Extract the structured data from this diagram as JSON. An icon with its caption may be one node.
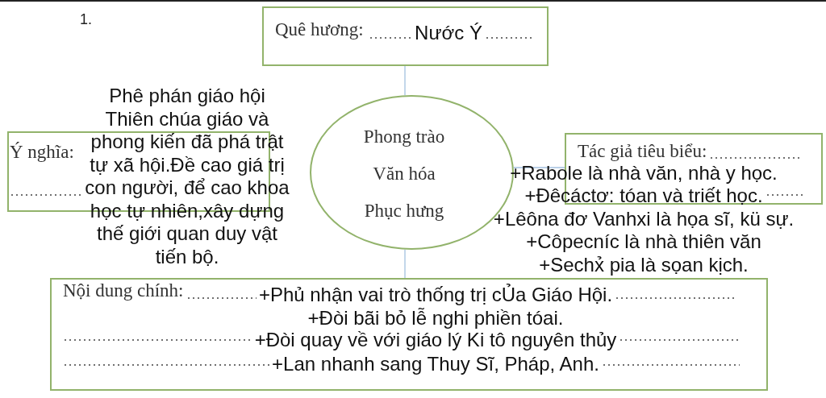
{
  "diagram": {
    "nodes": [
      {
        "text": [
          "Quê hương:",
          "Nước Ý"
        ]
      },
      {
        "text": [
          "Ý nghĩa:",
          "Phê phán giáo hội Thiên chúa giáo và phong kiến đã phá trật tự xã hội.Đề cao giá trị con người, để cao khoa học tự nhiên,xây dựng thế giới quan duy vật tiến bộ."
        ]
      },
      {
        "text": [
          "Phong trào Văn hóa Phục hưng"
        ]
      },
      {
        "text": [
          "Tác giả tiêu biểu:",
          "+Rabole là nhà văn, nhà y học.",
          "+Đêcáctơ: tóan và triết học.",
          "+Lêôna đơ Vanhxi là họa sĩ, kü sự.",
          "+Côpecníc là nhà thiên văn",
          "+Sechx̉ pia là sọan kịch."
        ]
      },
      {
        "text": [
          "Nội dung chính:",
          "+Phủ nhận vai trò thống trị cỦa Giáo Hội.",
          "+Đòi bãi bỏ lễ nghi phiền tóai.",
          "+Đòi quay về với giáo lý Ki tô nguyên thủy",
          "+Lan nhanh sang Thuy Sĩ, Pháp, Anh."
        ]
      }
    ],
    "edges": [
      {
        "from": 2,
        "to": 0,
        "arrow": "none"
      },
      {
        "from": 2,
        "to": 3,
        "arrow": "none"
      },
      {
        "from": 2,
        "to": 4,
        "arrow": "none"
      }
    ],
    "labels": [
      "1."
    ]
  }
}
